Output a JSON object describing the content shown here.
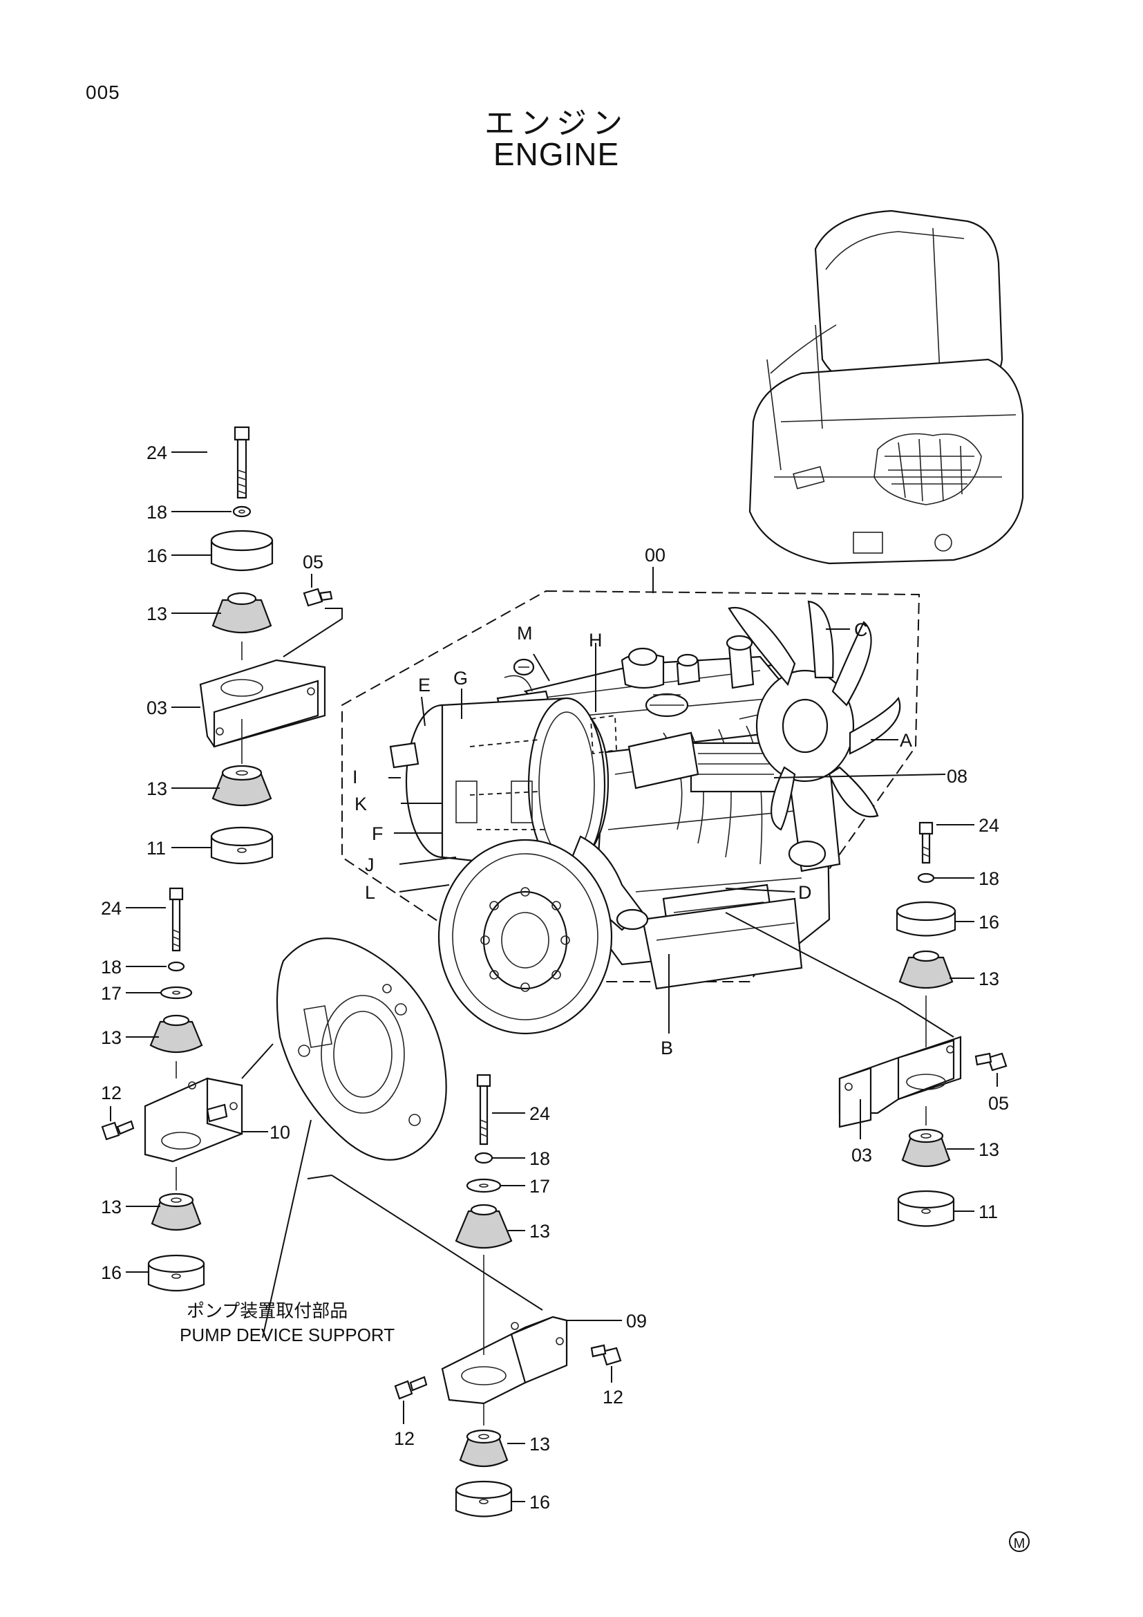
{
  "header": {
    "page_number": "005",
    "title_jp": "エンジン",
    "title_en": "ENGINE"
  },
  "callouts": {
    "c00": "00",
    "c03_left": "03",
    "c03_right": "03",
    "c05_left": "05",
    "c05_right": "05",
    "c08": "08",
    "c09": "09",
    "c10": "10",
    "c11_left": "11",
    "c11_right": "11",
    "c12_left": "12",
    "c12_bot_left": "12",
    "c12_bot_right": "12",
    "c13_a": "13",
    "c13_b": "13",
    "c13_c": "13",
    "c13_d": "13",
    "c13_e": "13",
    "c13_f": "13",
    "c13_g": "13",
    "c13_h": "13",
    "c16_top": "16",
    "c16_left_bot": "16",
    "c16_right": "16",
    "c16_bottom": "16",
    "c17_left": "17",
    "c17_mid": "17",
    "c18_top": "18",
    "c18_left": "18",
    "c18_right": "18",
    "c18_mid": "18",
    "c24_top": "24",
    "c24_left": "24",
    "c24_right": "24",
    "c24_mid": "24"
  },
  "letters": {
    "A": "A",
    "B": "B",
    "C": "C",
    "D": "D",
    "E": "E",
    "F": "F",
    "G": "G",
    "H": "H",
    "I": "I",
    "J": "J",
    "K": "K",
    "L": "L",
    "M": "M"
  },
  "pump_note": {
    "jp": "ポンプ装置取付部品",
    "en": "PUMP DEVICE SUPPORT"
  },
  "footer_mark": "M"
}
